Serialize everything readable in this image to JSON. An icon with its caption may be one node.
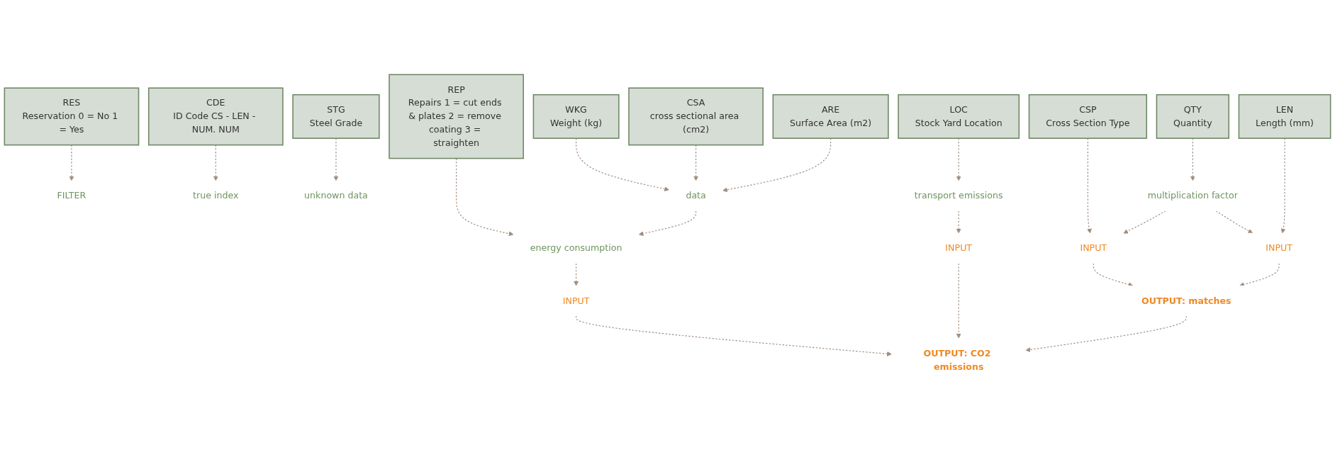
{
  "diagram": {
    "nodes": [
      {
        "text": [
          "RES",
          "Reservation 0 = No 1 = Yes"
        ]
      },
      {
        "text": [
          "CDE",
          "ID Code CS - LEN - NUM. NUM"
        ]
      },
      {
        "text": [
          "STG",
          "Steel Grade"
        ]
      },
      {
        "text": [
          "CSP",
          "Cross Section Type"
        ]
      },
      {
        "text": [
          "QTY",
          "Quantity"
        ]
      },
      {
        "text": [
          "LEN",
          "Length (mm)"
        ]
      },
      {
        "text": [
          "WKG",
          "Weight (kg)"
        ]
      },
      {
        "text": [
          "CSA",
          "cross sectional area (cm2)"
        ]
      },
      {
        "text": [
          "ARE",
          "Surface Area (m2)"
        ]
      },
      {
        "text": [
          "REP",
          "Repairs 1 = cut ends & plates 2 = remove coating 3 = straighten"
        ]
      },
      {
        "text": [
          "LOC",
          "Stock Yard Location"
        ]
      },
      {
        "text": [
          "FILTER"
        ]
      },
      {
        "text": [
          "true index"
        ]
      },
      {
        "text": [
          "unknown data"
        ]
      },
      {
        "text": [
          "multiplication factor"
        ]
      },
      {
        "text": [
          "data"
        ]
      },
      {
        "text": [
          "energy consumption"
        ]
      },
      {
        "text": [
          "transport emissions"
        ]
      },
      {
        "text": [
          "INPUT"
        ]
      },
      {
        "text": [
          "INPUT"
        ]
      },
      {
        "text": [
          "INPUT"
        ]
      },
      {
        "text": [
          "INPUT"
        ]
      },
      {
        "text": [
          "OUTPUT: matches"
        ]
      },
      {
        "text": [
          "OUTPUT: CO2 emissions"
        ]
      }
    ],
    "edges": [
      {
        "from": 0,
        "to": 11,
        "arrow": "to",
        "style": "dashed"
      },
      {
        "from": 1,
        "to": 12,
        "arrow": "to",
        "style": "dashed"
      },
      {
        "from": 2,
        "to": 13,
        "arrow": "to",
        "style": "dashed"
      },
      {
        "from": 4,
        "to": 14,
        "arrow": "to",
        "style": "dashed"
      },
      {
        "from": 6,
        "to": 15,
        "arrow": "to",
        "style": "dashed"
      },
      {
        "from": 7,
        "to": 15,
        "arrow": "to",
        "style": "dashed"
      },
      {
        "from": 8,
        "to": 15,
        "arrow": "to",
        "style": "dashed"
      },
      {
        "from": 9,
        "to": 16,
        "arrow": "to",
        "style": "dashed"
      },
      {
        "from": 10,
        "to": 17,
        "arrow": "to",
        "style": "dashed"
      },
      {
        "from": 15,
        "to": 16,
        "arrow": "to",
        "style": "dashed"
      },
      {
        "from": 3,
        "to": 18,
        "arrow": "to",
        "style": "dashed"
      },
      {
        "from": 14,
        "to": 18,
        "arrow": "to",
        "style": "dashed"
      },
      {
        "from": 14,
        "to": 19,
        "arrow": "to",
        "style": "dashed"
      },
      {
        "from": 5,
        "to": 19,
        "arrow": "to",
        "style": "dashed"
      },
      {
        "from": 16,
        "to": 20,
        "arrow": "to",
        "style": "dashed"
      },
      {
        "from": 17,
        "to": 21,
        "arrow": "to",
        "style": "dashed"
      },
      {
        "from": 18,
        "to": 22,
        "arrow": "to",
        "style": "dashed"
      },
      {
        "from": 19,
        "to": 22,
        "arrow": "to",
        "style": "dashed"
      },
      {
        "from": 20,
        "to": 23,
        "arrow": "to",
        "style": "dashed"
      },
      {
        "from": 21,
        "to": 23,
        "arrow": "to",
        "style": "dashed"
      },
      {
        "from": 22,
        "to": 23,
        "arrow": "to",
        "style": "dashed"
      }
    ]
  }
}
